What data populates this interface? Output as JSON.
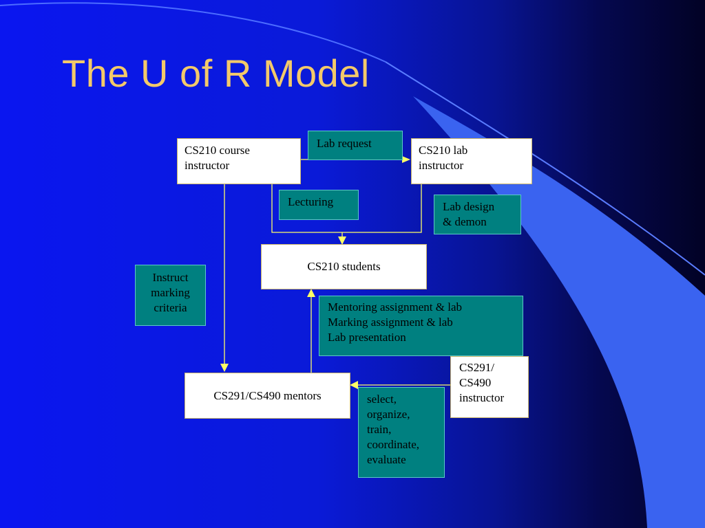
{
  "slide": {
    "title": "The U of R Model"
  },
  "diagram": {
    "nodes": {
      "course_instructor": [
        "CS210 course",
        "instructor"
      ],
      "lab_instructor": [
        "CS210 lab",
        "instructor"
      ],
      "students": "CS210 students",
      "mentors": "CS291/CS490 mentors",
      "cs291_instructor": [
        "CS291/",
        "CS490",
        "instructor"
      ]
    },
    "labels": {
      "lab_request": "Lab request",
      "lecturing": "Lecturing",
      "lab_design": [
        "Lab design",
        "& demon"
      ],
      "instruct_marking": [
        "Instruct",
        "marking",
        "criteria"
      ],
      "mentoring": [
        "Mentoring assignment & lab",
        "Marking assignment & lab",
        "Lab presentation"
      ],
      "cs291_duties": [
        "select,",
        "organize,",
        "train,",
        "coordinate,",
        "evaluate"
      ]
    },
    "colors": {
      "box": "#ffffff",
      "label_box": "#008080",
      "arrow": "#ffff66",
      "title": "#f3c96a"
    }
  }
}
